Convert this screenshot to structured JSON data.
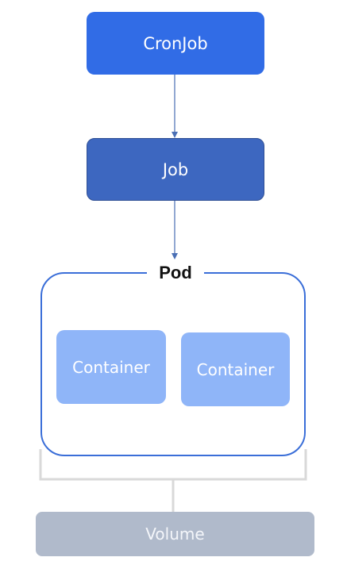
{
  "nodes": {
    "cronjob": "CronJob",
    "job": "Job",
    "pod": "Pod",
    "container_1": "Container",
    "container_2": "Container",
    "volume": "Volume"
  },
  "colors": {
    "cronjob": "#316ce6",
    "job": "#3d67c0",
    "pod_border": "#3a6ed8",
    "container": "#8fb5f8",
    "volume": "#b0bacb",
    "arrow": "#4a6fb5",
    "bracket": "#d9d9d9"
  }
}
